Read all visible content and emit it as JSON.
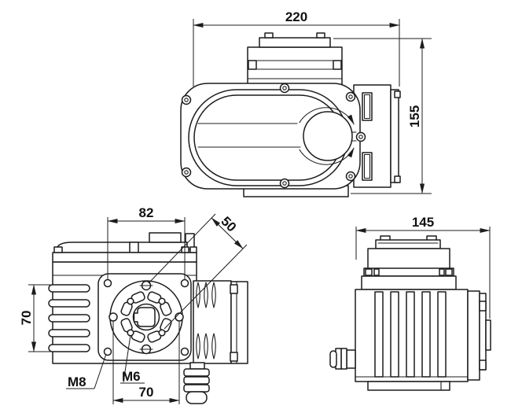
{
  "colors": {
    "line": "#1c1c1c",
    "text": "#111111",
    "background": "#ffffff"
  },
  "dims": {
    "top_view": {
      "overall_length": "220",
      "overall_depth": "155"
    },
    "front_view": {
      "flange_hole_spacing": "82",
      "diagonal_bolt_spacing": "50",
      "fin_section_height": "70",
      "bolt_circle_spacing": "70",
      "corner_thread_label": "M8",
      "inner_thread_label": "M6"
    },
    "side_view": {
      "overall_width": "145"
    }
  }
}
